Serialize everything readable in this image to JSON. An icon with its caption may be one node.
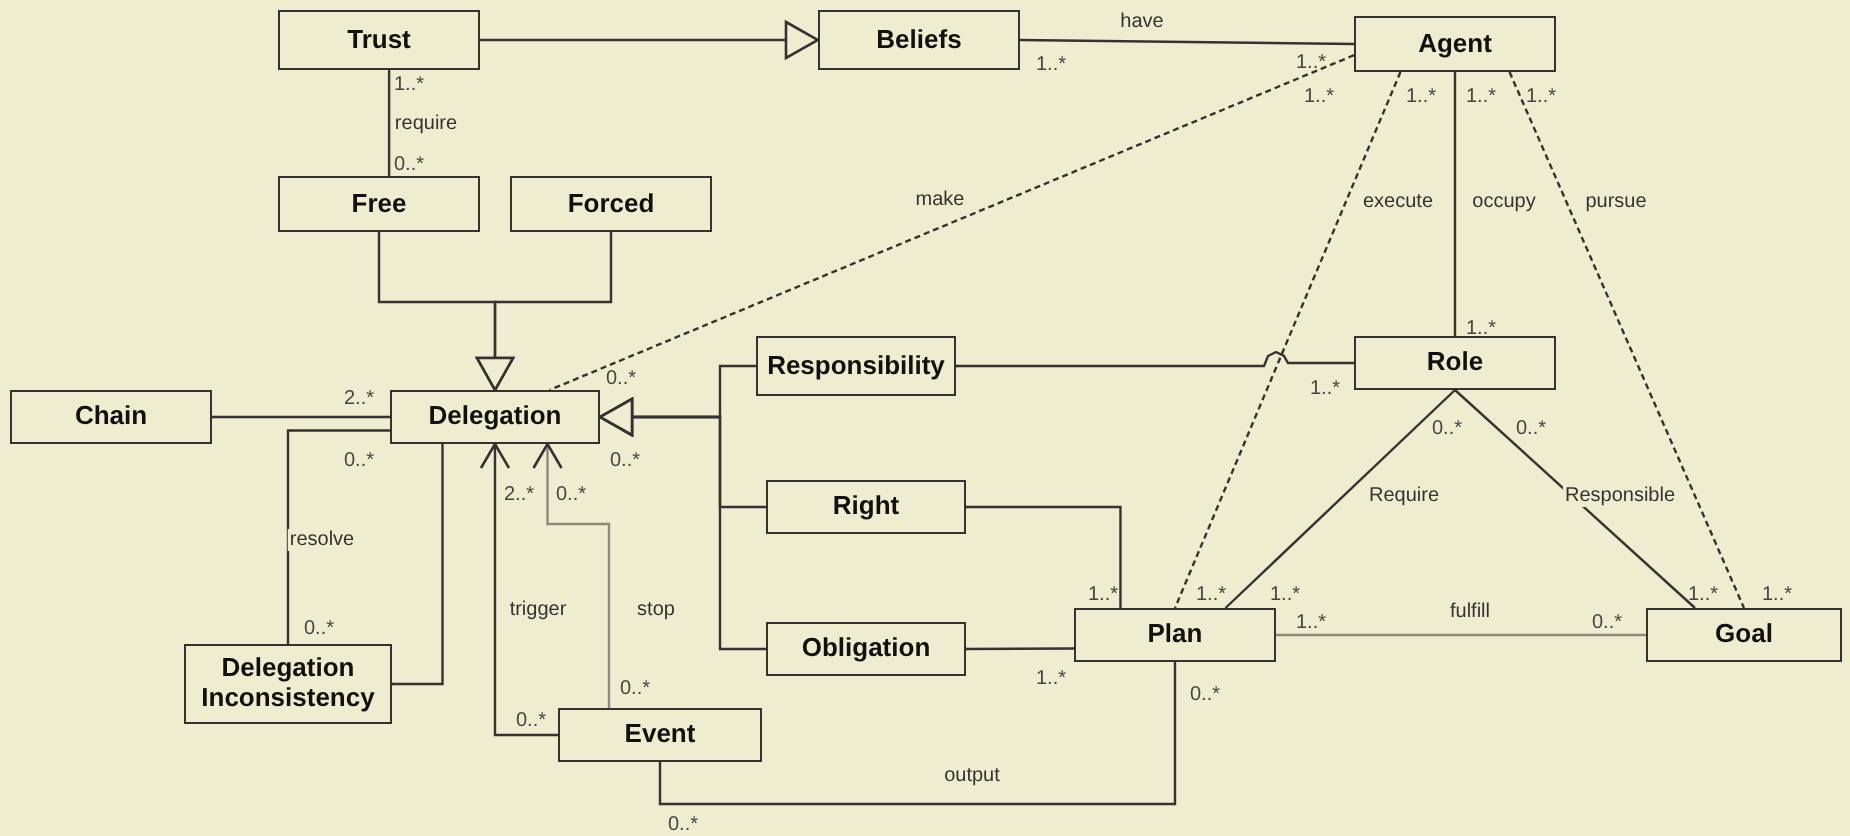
{
  "diagram": {
    "nodes": [
      {
        "text": [
          "Trust"
        ]
      },
      {
        "text": [
          "Beliefs"
        ]
      },
      {
        "text": [
          "Agent"
        ]
      },
      {
        "text": [
          "Free"
        ]
      },
      {
        "text": [
          "Forced"
        ]
      },
      {
        "text": [
          "Chain"
        ]
      },
      {
        "text": [
          "Delegation"
        ]
      },
      {
        "text": [
          "Responsibility"
        ]
      },
      {
        "text": [
          "Role"
        ]
      },
      {
        "text": [
          "Right"
        ]
      },
      {
        "text": [
          "Obligation"
        ]
      },
      {
        "text": [
          "Plan"
        ]
      },
      {
        "text": [
          "Goal"
        ]
      },
      {
        "text": [
          "Delegation Inconsistency"
        ]
      },
      {
        "text": [
          "Event"
        ]
      }
    ],
    "edges": [
      {
        "from": 0,
        "to": 1,
        "arrow": "to"
      },
      {
        "from": 1,
        "to": 2,
        "arrow": "none",
        "label": "have"
      },
      {
        "from": 0,
        "to": 3,
        "arrow": "none",
        "label": "require"
      },
      {
        "from": 3,
        "to": 6,
        "arrow": "to"
      },
      {
        "from": 4,
        "to": 6,
        "arrow": "to"
      },
      {
        "from": 2,
        "to": 6,
        "arrow": "none",
        "label": "make",
        "style": "dashed"
      },
      {
        "from": 5,
        "to": 6,
        "arrow": "other"
      },
      {
        "from": 7,
        "to": 6,
        "arrow": "to"
      },
      {
        "from": 9,
        "to": 6,
        "arrow": "to"
      },
      {
        "from": 10,
        "to": 6,
        "arrow": "to"
      },
      {
        "from": 7,
        "to": 8,
        "arrow": "other"
      },
      {
        "from": 2,
        "to": 8,
        "arrow": "none",
        "label": "occupy"
      },
      {
        "from": 2,
        "to": 11,
        "arrow": "none",
        "label": "execute",
        "style": "dashed"
      },
      {
        "from": 2,
        "to": 12,
        "arrow": "none",
        "label": "pursue",
        "style": "dashed"
      },
      {
        "from": 8,
        "to": 11,
        "arrow": "none",
        "label": "Require"
      },
      {
        "from": 8,
        "to": 12,
        "arrow": "none",
        "label": "Responsible"
      },
      {
        "from": 11,
        "to": 12,
        "arrow": "none",
        "label": "fulfill",
        "color": "#8a8a80"
      },
      {
        "from": 9,
        "to": 11,
        "arrow": "other"
      },
      {
        "from": 10,
        "to": 11,
        "arrow": "other"
      },
      {
        "from": 6,
        "to": 13,
        "arrow": "none",
        "label": "resolve"
      },
      {
        "from": 13,
        "to": 6,
        "arrow": "other"
      },
      {
        "from": 14,
        "to": 6,
        "arrow": "to",
        "label": "trigger"
      },
      {
        "from": 14,
        "to": 6,
        "arrow": "to",
        "label": "stop",
        "color": "#8a8a80"
      },
      {
        "from": 11,
        "to": 14,
        "arrow": "none",
        "label": "output"
      }
    ],
    "labels": [
      "1..*",
      "0..*",
      "1..*",
      "1..*",
      "1..*",
      "1..*",
      "1..*",
      "1..*",
      "0..*",
      "2..*",
      "1..*",
      "1..*",
      "0..*",
      "0..*",
      "0..*",
      "0..*",
      "2..*",
      "0..*",
      "1..*",
      "1..*",
      "1..*",
      "1..*",
      "1..*",
      "1..*",
      "0..*",
      "0..*",
      "1..*",
      "0..*",
      "0..*",
      "0..*",
      "0..*"
    ]
  }
}
